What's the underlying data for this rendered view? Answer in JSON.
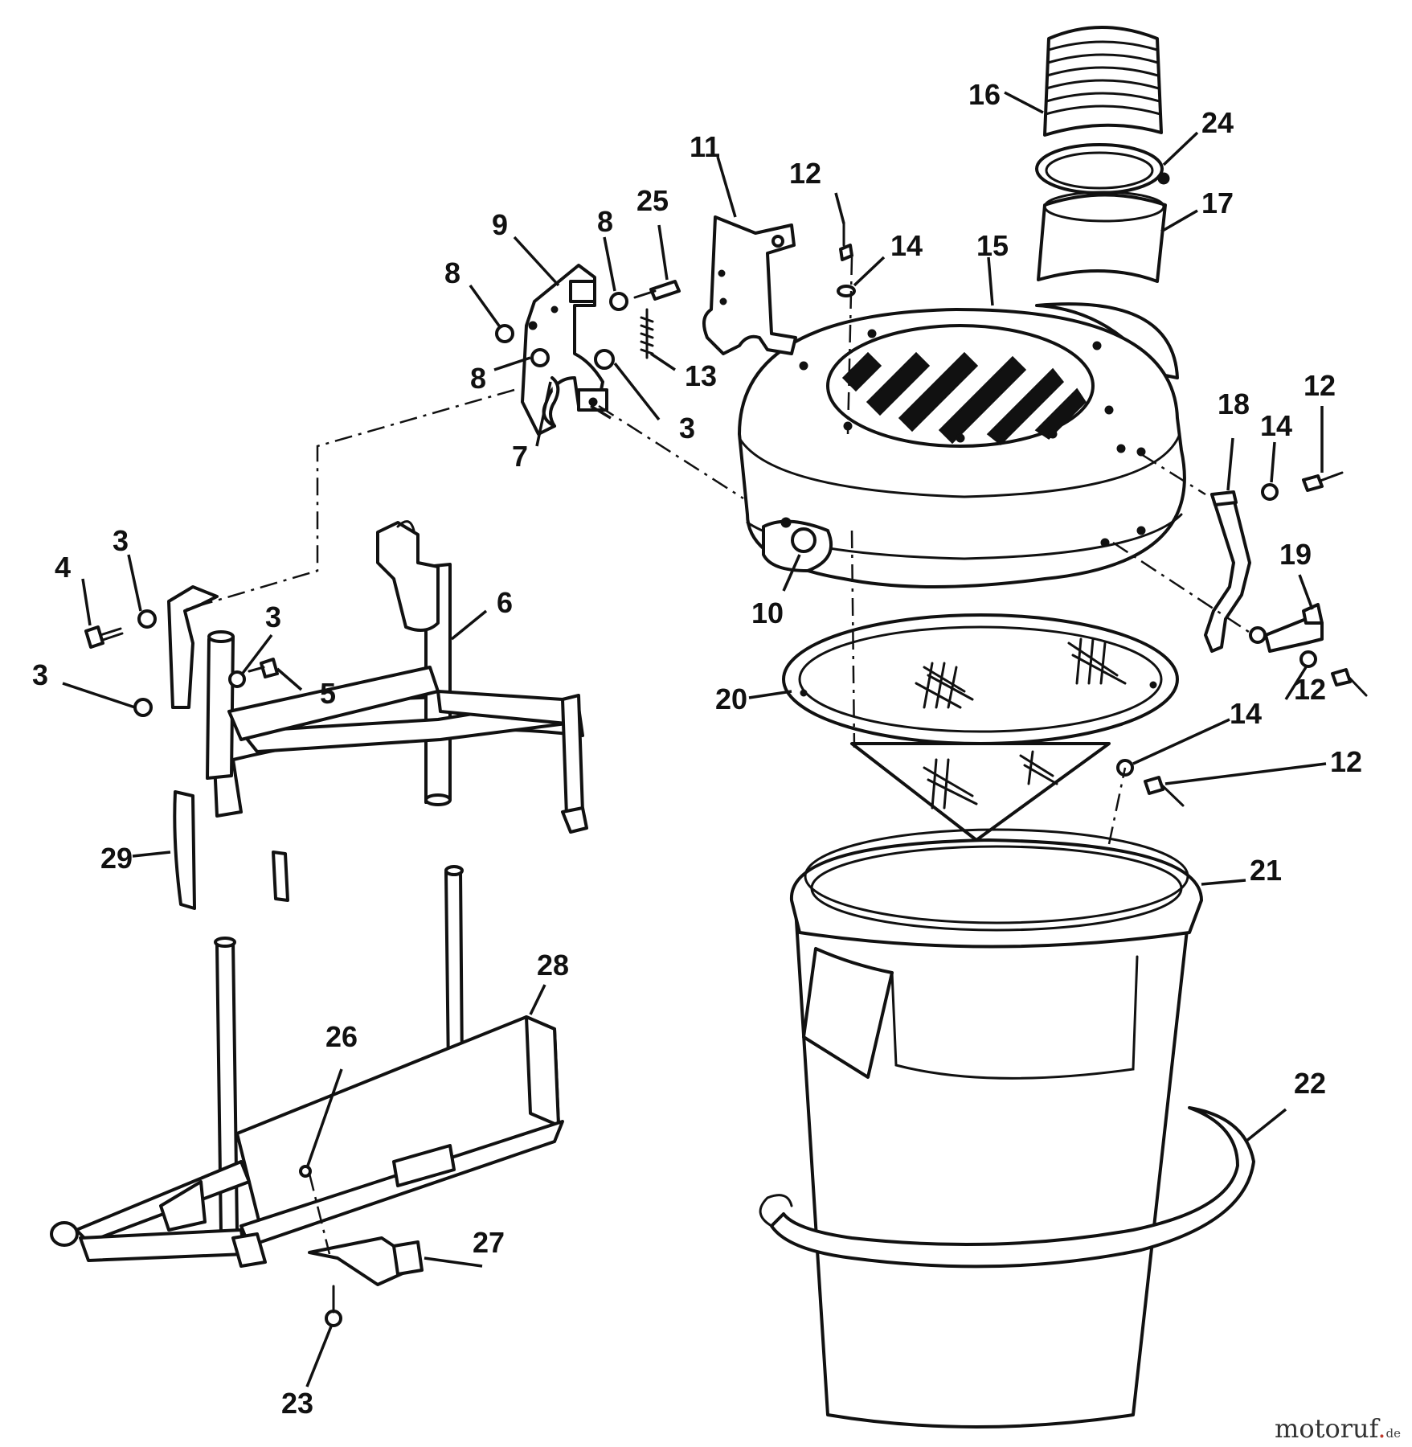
{
  "callouts": [
    {
      "id": "c1",
      "label": "16"
    },
    {
      "id": "c2",
      "label": "24"
    },
    {
      "id": "c3",
      "label": "17"
    },
    {
      "id": "c4",
      "label": "11"
    },
    {
      "id": "c5",
      "label": "12"
    },
    {
      "id": "c6",
      "label": "14"
    },
    {
      "id": "c7",
      "label": "15"
    },
    {
      "id": "c8",
      "label": "9"
    },
    {
      "id": "c9",
      "label": "8"
    },
    {
      "id": "c10",
      "label": "25"
    },
    {
      "id": "c11",
      "label": "8"
    },
    {
      "id": "c12",
      "label": "8"
    },
    {
      "id": "c13",
      "label": "13"
    },
    {
      "id": "c14",
      "label": "3"
    },
    {
      "id": "c15",
      "label": "7"
    },
    {
      "id": "c16",
      "label": "18"
    },
    {
      "id": "c17",
      "label": "14"
    },
    {
      "id": "c18",
      "label": "12"
    },
    {
      "id": "c19",
      "label": "19"
    },
    {
      "id": "c20",
      "label": "10"
    },
    {
      "id": "c21",
      "label": "4"
    },
    {
      "id": "c22",
      "label": "3"
    },
    {
      "id": "c23",
      "label": "3"
    },
    {
      "id": "c24",
      "label": "6"
    },
    {
      "id": "c25",
      "label": "5"
    },
    {
      "id": "c26",
      "label": "3"
    },
    {
      "id": "c27",
      "label": "20"
    },
    {
      "id": "c28",
      "label": "14"
    },
    {
      "id": "c29",
      "label": "12"
    },
    {
      "id": "c30",
      "label": "12"
    },
    {
      "id": "c31",
      "label": "21"
    },
    {
      "id": "c32",
      "label": "29"
    },
    {
      "id": "c33",
      "label": "28"
    },
    {
      "id": "c34",
      "label": "26"
    },
    {
      "id": "c35",
      "label": "22"
    },
    {
      "id": "c36",
      "label": "27"
    },
    {
      "id": "c37",
      "label": "23"
    }
  ],
  "watermark": {
    "name": "motoruf",
    "tld": "de"
  }
}
